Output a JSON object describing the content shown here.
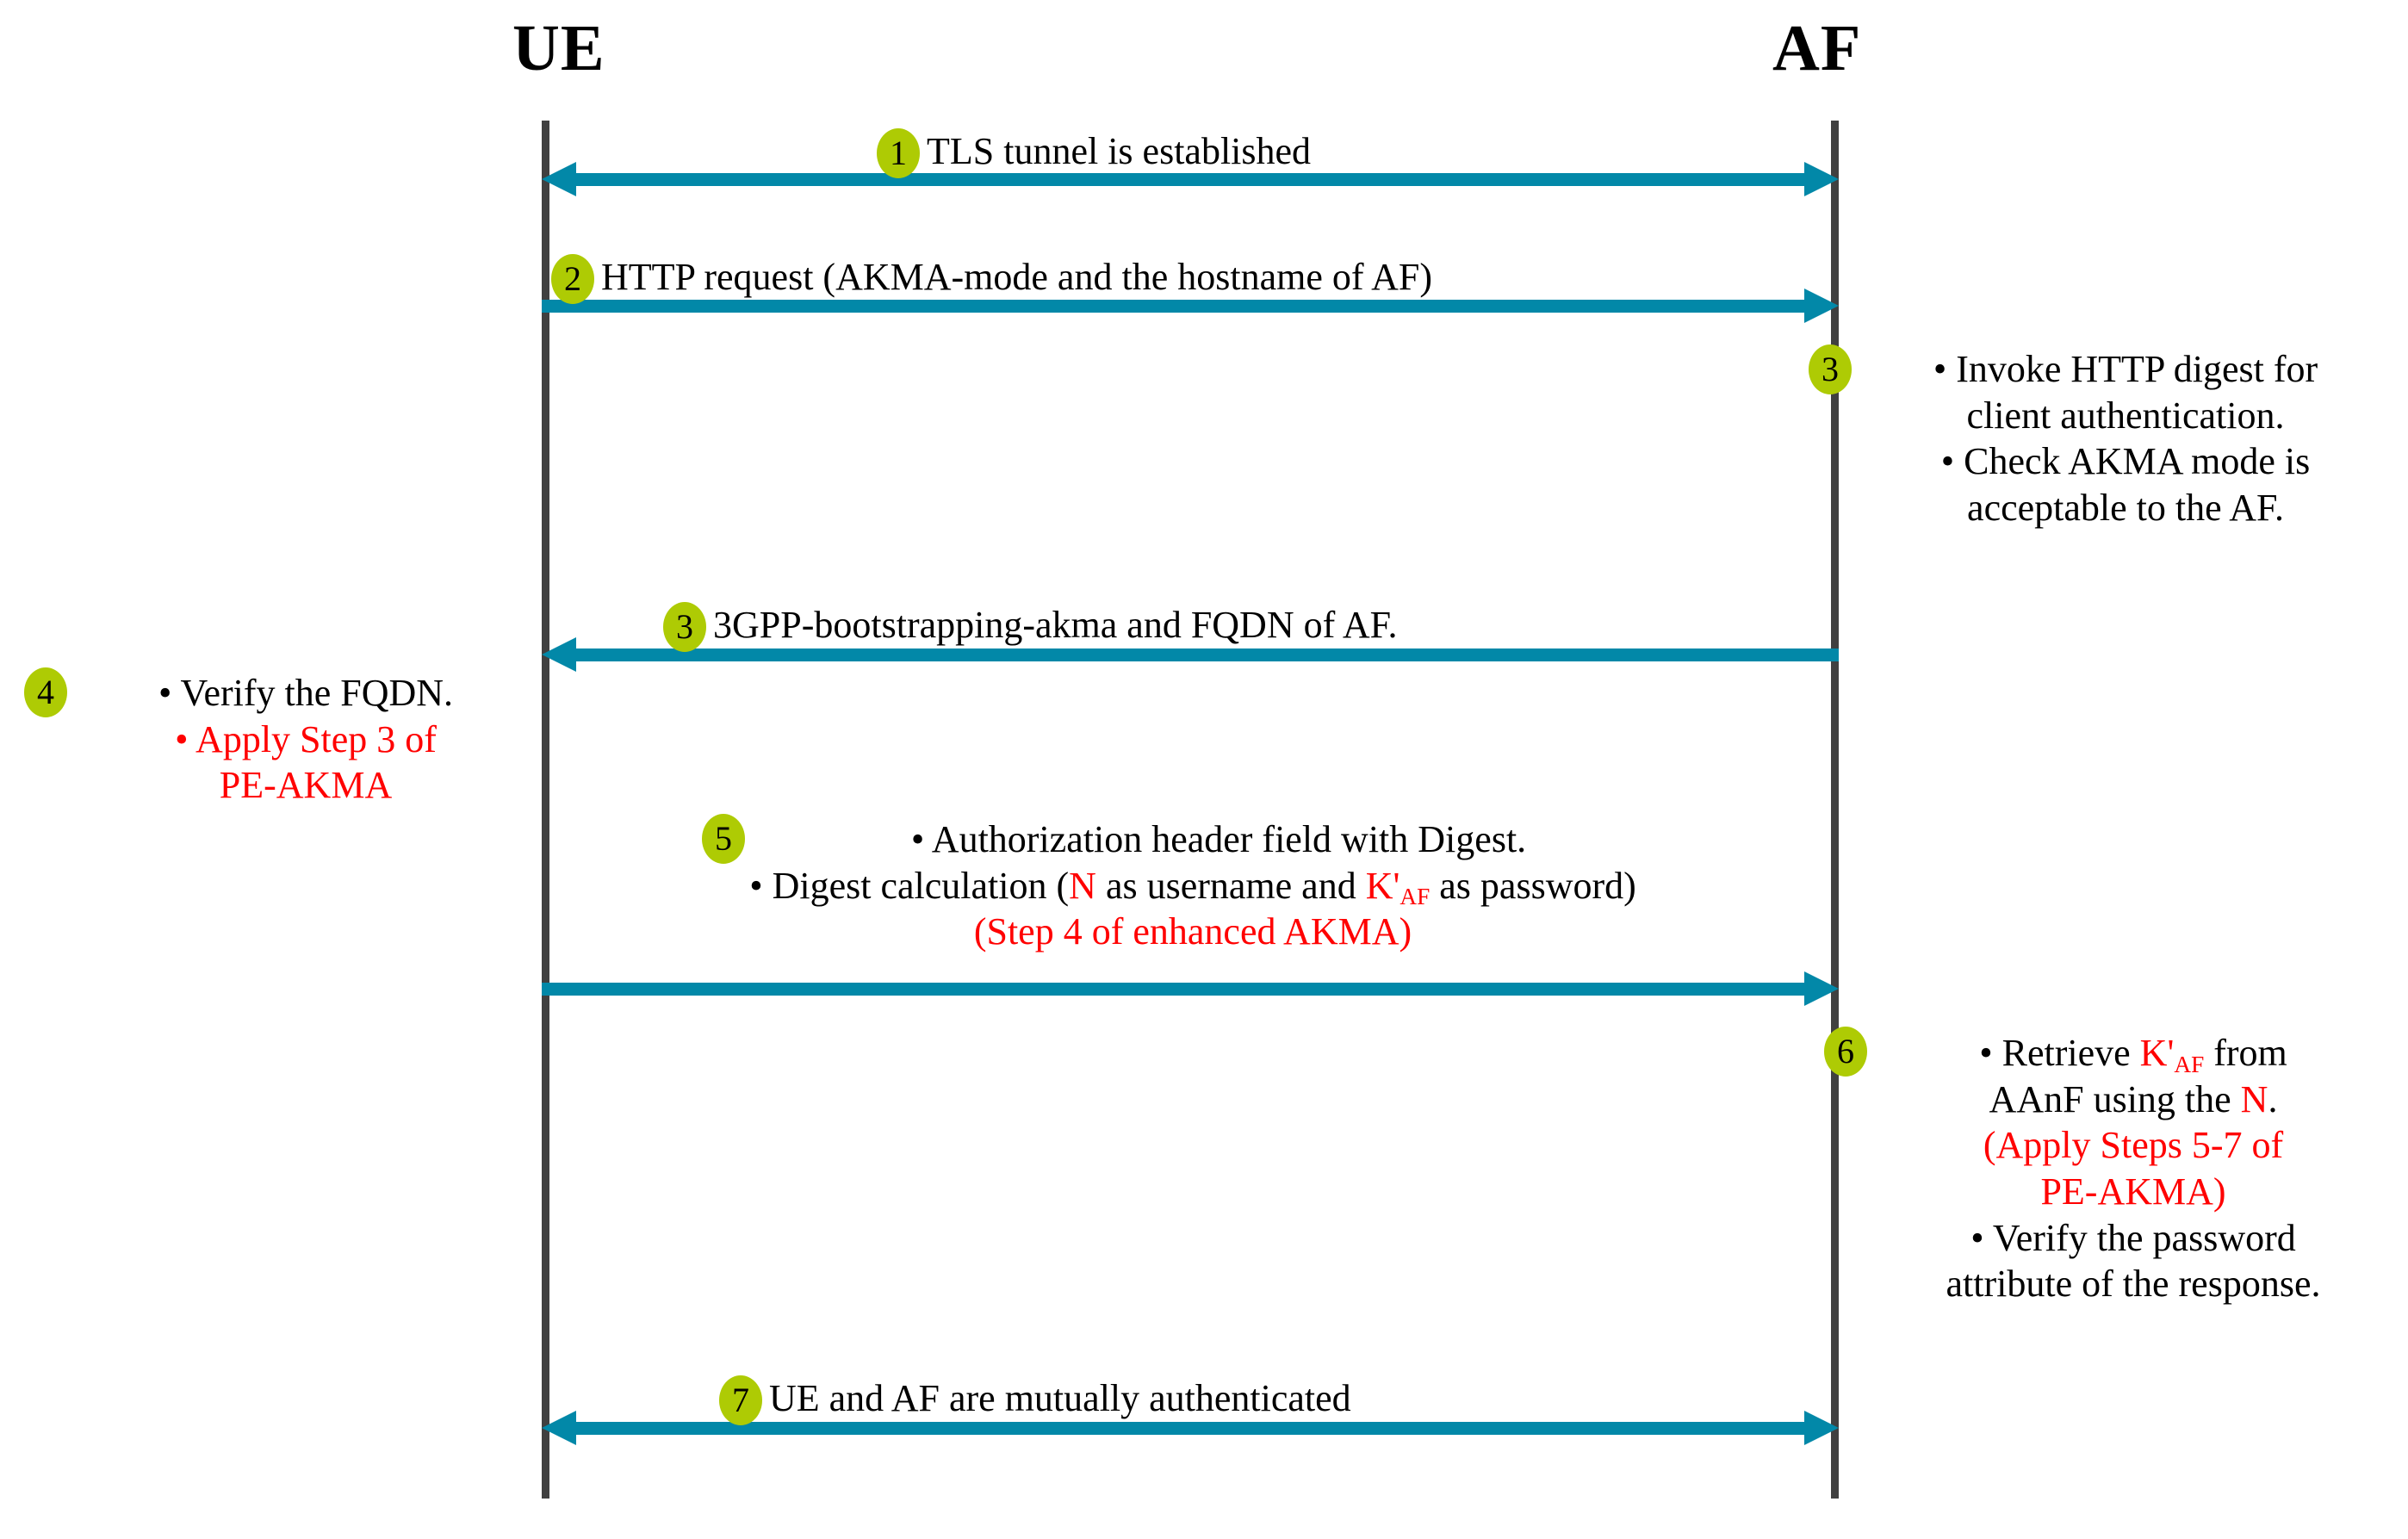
{
  "diagram": {
    "title": "UE and AF AKMA HTTP digest authentication sequence",
    "actors": {
      "left": "UE",
      "right": "AF"
    },
    "colors": {
      "badge": "#aecb04",
      "arrow": "#0288a8",
      "lifeline": "#404040",
      "highlight": "#ff0000",
      "text": "#000000"
    },
    "steps": [
      {
        "number": "1",
        "kind": "message",
        "direction": "bidirectional",
        "label": "TLS tunnel is established"
      },
      {
        "number": "2",
        "kind": "message",
        "direction": "left-to-right",
        "label": "HTTP request (AKMA-mode and the hostname of AF)"
      },
      {
        "number": "3",
        "kind": "note",
        "side": "right",
        "lines": [
          "• Invoke HTTP digest for",
          "client authentication.",
          "• Check AKMA mode is",
          "acceptable to the AF."
        ]
      },
      {
        "number": "3",
        "kind": "message",
        "direction": "right-to-left",
        "label": "3GPP-bootstrapping-akma and FQDN of AF."
      },
      {
        "number": "4",
        "kind": "note",
        "side": "left",
        "lines": [
          "• Verify the FQDN.",
          "• Apply Step 3 of",
          "PE-AKMA"
        ]
      },
      {
        "number": "5",
        "kind": "message",
        "direction": "left-to-right",
        "lines": [
          "• Authorization header field with Digest.",
          "• Digest calculation (N as username and K'AF as password)",
          "(Step 4 of enhanced AKMA)"
        ]
      },
      {
        "number": "6",
        "kind": "note",
        "side": "right",
        "lines": [
          "• Retrieve K'AF from",
          "AAnF using the N.",
          "(Apply Steps 5-7 of",
          "PE-AKMA)",
          "• Verify the password",
          "attribute of the response."
        ]
      },
      {
        "number": "7",
        "kind": "message",
        "direction": "bidirectional",
        "label": "UE and AF are mutually authenticated"
      }
    ],
    "fragments": {
      "step5_line2_a": "• Digest calculation (",
      "step5_line2_N": "N",
      "step5_line2_b": " as username and ",
      "step5_line2_K": "K'",
      "step5_line2_Ksub": "AF",
      "step5_line2_c": " as password)",
      "step5_line1": "• Authorization header field with Digest.",
      "step5_line3": "(Step 4 of enhanced AKMA)",
      "step4_line1": "• Verify the FQDN.",
      "step4_line2": "• Apply Step 3 of",
      "step4_line3": "PE-AKMA",
      "step3_line1": "• Invoke HTTP digest for",
      "step3_line2": "client authentication.",
      "step3_line3": "• Check AKMA mode is",
      "step3_line4": "acceptable to the AF.",
      "step6_line1_a": "•  Retrieve ",
      "step6_line1_K": "K'",
      "step6_line1_Ksub": "AF",
      "step6_line1_b": " from",
      "step6_line2_a": "AAnF using the ",
      "step6_line2_N": "N",
      "step6_line2_b": ".",
      "step6_line3": "(Apply Steps 5-7 of",
      "step6_line4": "PE-AKMA)",
      "step6_line5": "• Verify the password",
      "step6_line6": "attribute of the response."
    },
    "badges": {
      "b1": "1",
      "b2": "2",
      "b3a": "3",
      "b3b": "3",
      "b4": "4",
      "b5": "5",
      "b6": "6",
      "b7": "7"
    }
  }
}
